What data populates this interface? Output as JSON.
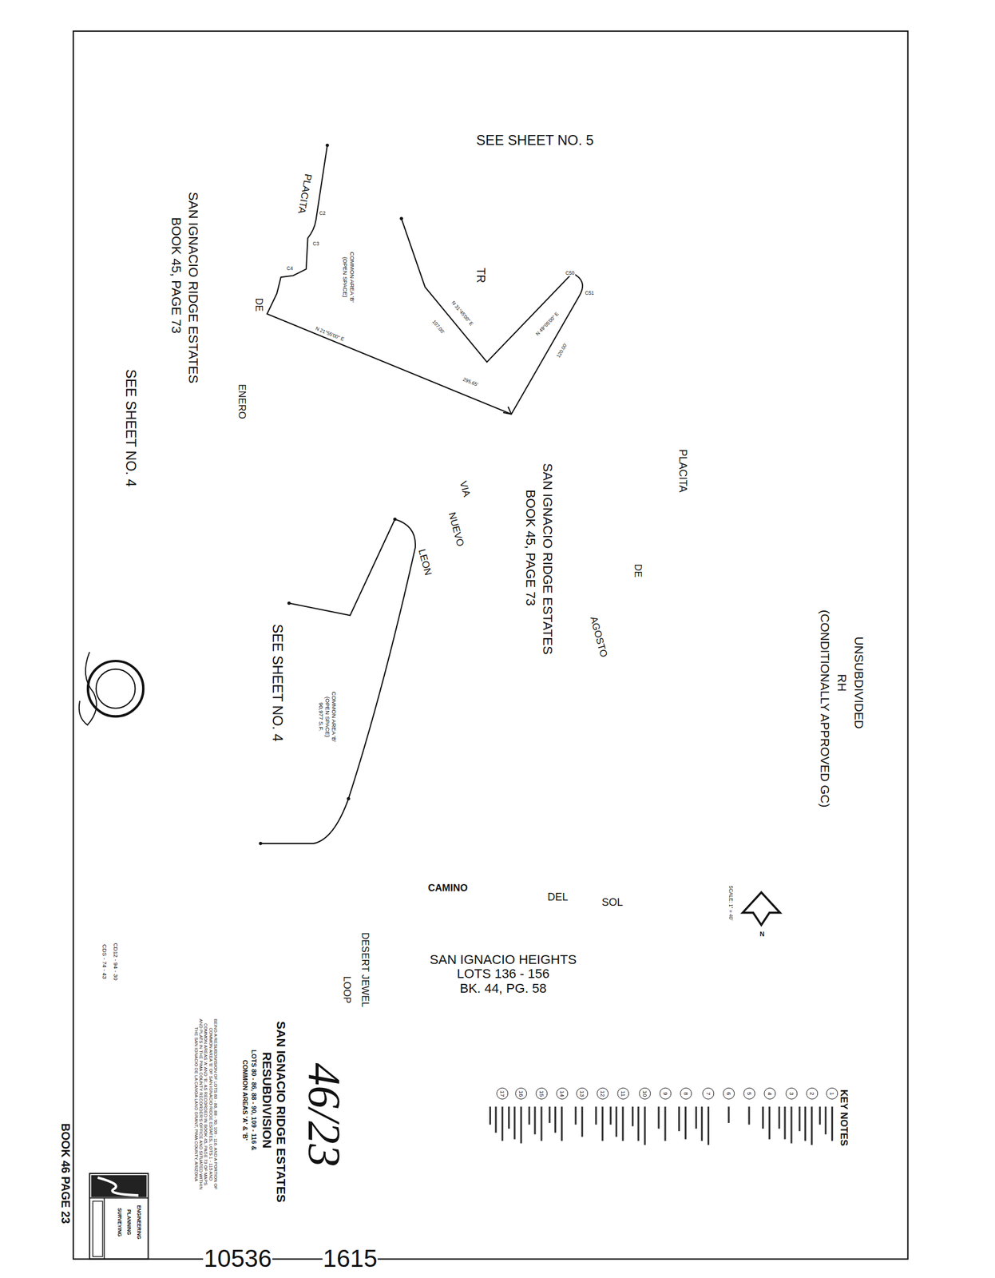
{
  "diagram": {
    "labels": [
      "SEE SHEET NO. 5",
      "UNSUBDIVIDED",
      "RH",
      "(CONDITIONALLY APPROVED GC)",
      "SAN IGNACIO RIDGE ESTATES",
      "BOOK 45, PAGE 73",
      "PLACITA",
      "DE",
      "ENERO",
      "SEE SHEET NO. 4",
      "COMMON AREA 'B'",
      "(OPEN SPACE)",
      "TR",
      "SAN IGNACIO RIDGE ESTATES",
      "BOOK 45, PAGE 73",
      "PLACITA",
      "DE",
      "AGOSTO",
      "VIA",
      "NUEVO",
      "LEON",
      "SEE SHEET NO. 4",
      "COMMON AREA 'B'",
      "(OPEN SPACE)",
      "90,977 S.F.",
      "CAMINO",
      "DEL",
      "SOL",
      "SCALE: 1\" = 40'",
      "N",
      "SAN IGNACIO HEIGHTS",
      "LOTS 136 - 156",
      "BK. 44, PG. 58",
      "DESERT JEWEL",
      "LOOP",
      "KEY NOTES",
      "1",
      "2",
      "3",
      "4",
      "5",
      "6",
      "7",
      "8",
      "9",
      "10",
      "11",
      "12",
      "13",
      "14",
      "15",
      "16",
      "17",
      "SAN IGNACIO RIDGE ESTATES",
      "RESUBDIVISION",
      "LOTS 80 - 86, 88 - 90, 109 - 116 &",
      "COMMON AREAS 'A' & 'B'",
      "BEING A RESUBDIVISION OF LOTS 80 - 86, 88 - 90, 109 - 116, AND A PORTION OF COMMON AREA 'B' OF SAN IGNACIO RIDGE ESTATES, LOTS 1 - 115 AND COMMON AREAS 'A' AND 'B', AS RECORDED IN BOOK 45, PAGE 73 OF MAPS AND PLATS IN THE PIMA COUNTY RECORDER'S OFFICE AND SITUATED WITHIN THE SAN IGNACIO DE LA CANOA LAND GRANT, PIMA COUNTY, ARIZONA",
      "CD12 - 94 - 30",
      "CDS - 74 - 43",
      "ENGINEERING",
      "PLANNING",
      "SURVEYING",
      "46/23",
      "10536",
      "1615",
      "BOOK 46 PAGE 23",
      "N 21°55'00\" E",
      "295.65'",
      "N 31°45'00\" E",
      "107.00'",
      "N 49°05'00\" E",
      "120.00'",
      "C50",
      "C51",
      "C2",
      "C3",
      "C4"
    ]
  }
}
